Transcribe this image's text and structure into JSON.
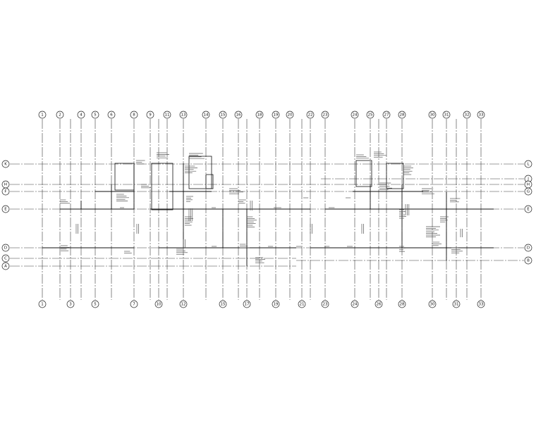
{
  "grid": {
    "top_axes": [
      "1",
      "2",
      "4",
      "5",
      "6",
      "8",
      "9",
      "11",
      "13",
      "14",
      "15",
      "16",
      "18",
      "19",
      "20",
      "22",
      "23",
      "24",
      "25",
      "27",
      "28",
      "30",
      "31",
      "32",
      "33"
    ],
    "bottom_axes": [
      "1",
      "3",
      "5",
      "7",
      "10",
      "12",
      "15",
      "17",
      "19",
      "21",
      "23",
      "24",
      "26",
      "28",
      "30",
      "31",
      "33"
    ],
    "left_axes": [
      "K",
      "H",
      "F",
      "E",
      "D",
      "C",
      "A"
    ],
    "right_axes": [
      "L",
      "J",
      "H",
      "G",
      "E",
      "D",
      "B"
    ]
  },
  "colors": {
    "background": "#ffffff",
    "lines": "#3a3a3a",
    "ink": "#111111"
  }
}
